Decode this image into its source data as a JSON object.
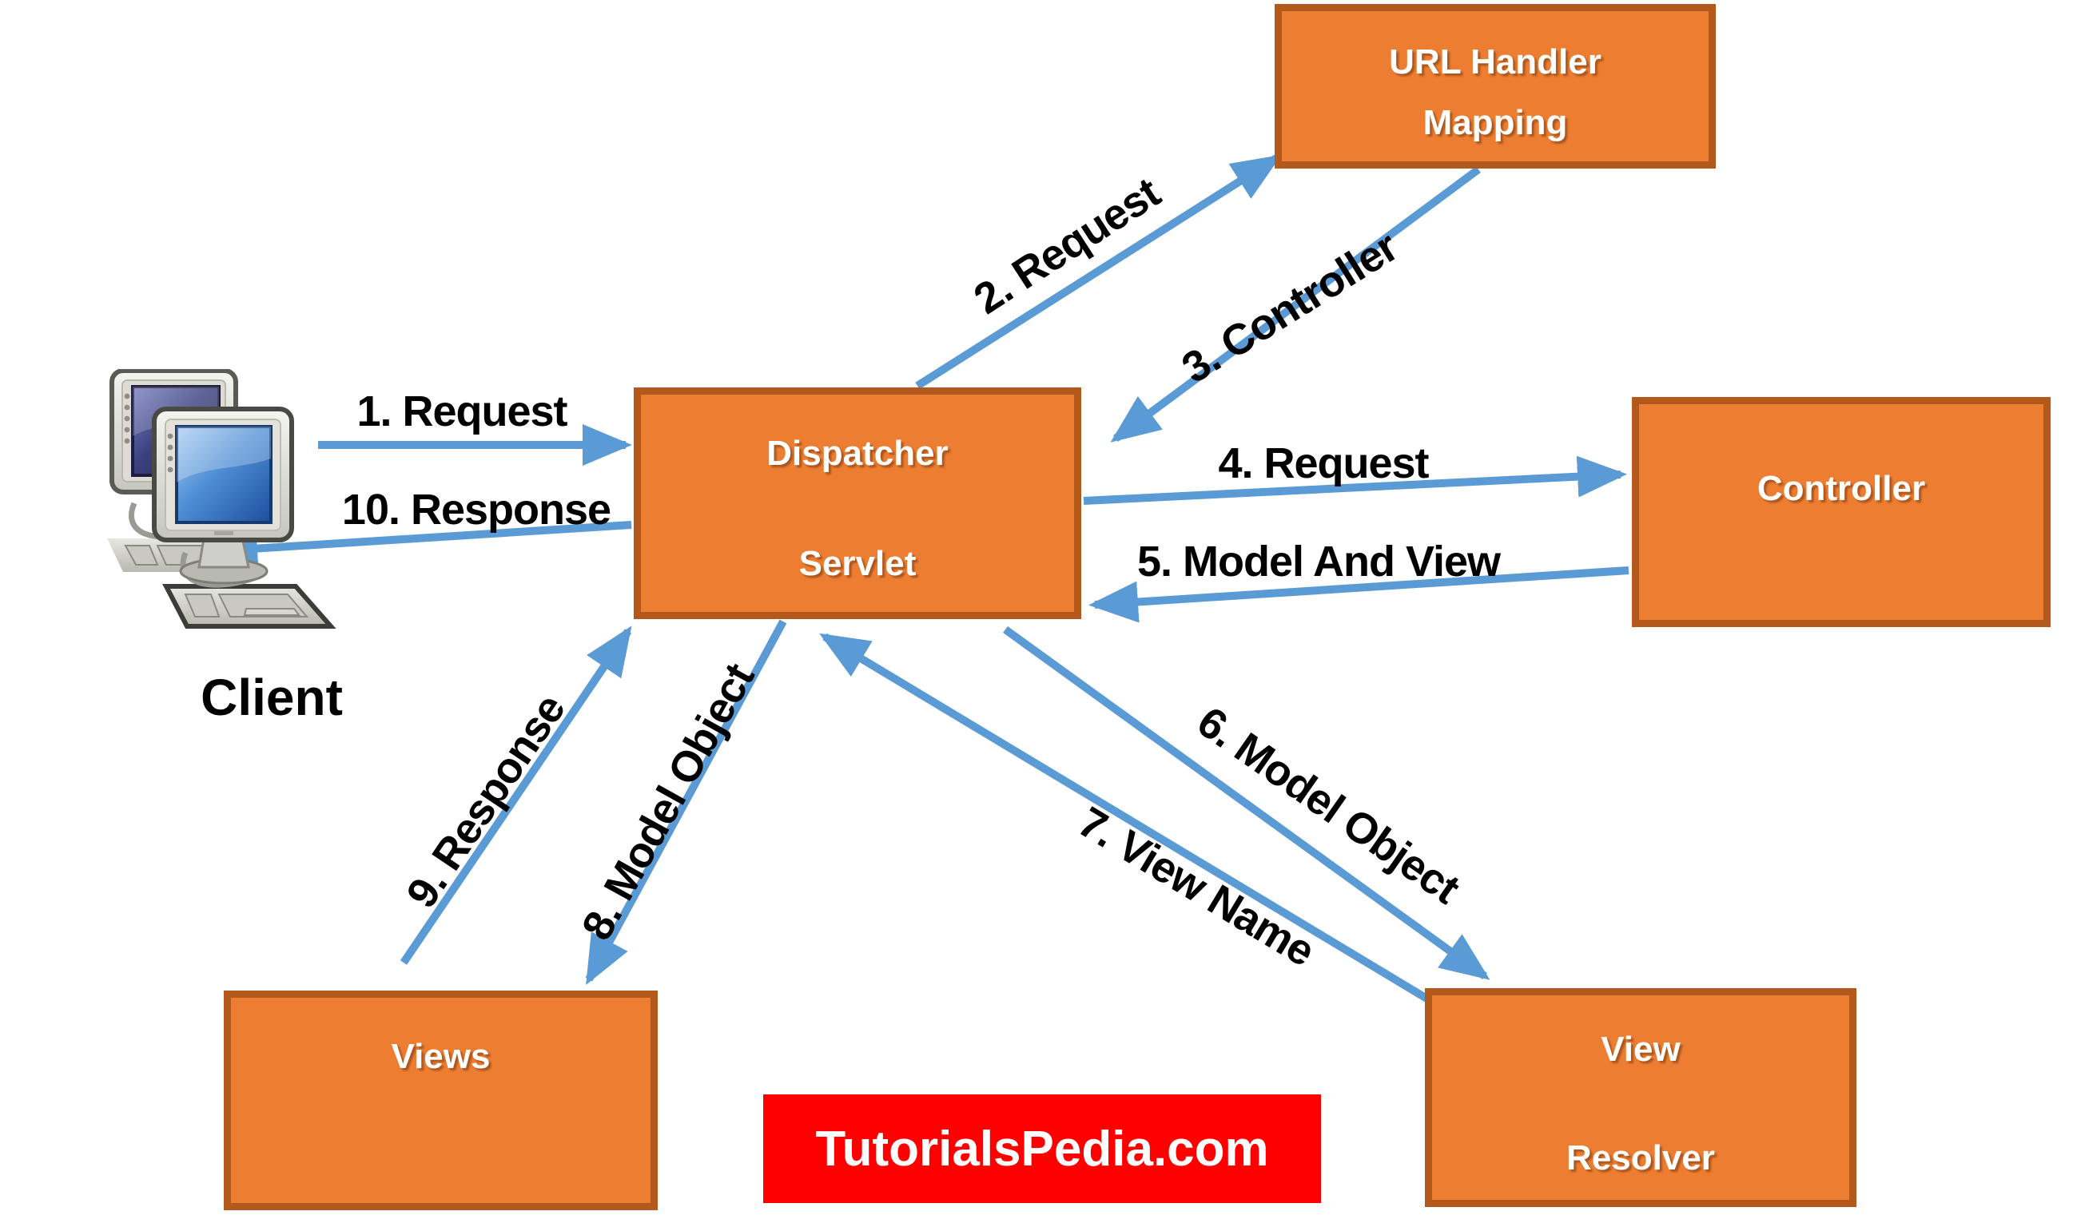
{
  "colors": {
    "box_fill": "#ED7D31",
    "box_border": "#B2591B",
    "arrow_blue": "#5B9BD5",
    "banner_bg": "#FF0000",
    "banner_text": "#FFFFFF",
    "label_text": "#000000",
    "box_text": "#FFFFFF",
    "background": "#FFFFFF"
  },
  "nodes": {
    "url_handler": {
      "line1": "URL Handler",
      "line2": "Mapping"
    },
    "dispatcher": {
      "line1": "Dispatcher",
      "line2": "Servlet"
    },
    "controller": {
      "line1": "Controller"
    },
    "view_resolver": {
      "line1": "View",
      "line2": "Resolver"
    },
    "views": {
      "line1": "Views"
    }
  },
  "client_label": "Client",
  "banner_text": "TutorialsPedia.com",
  "arrow_labels": {
    "a1": "1. Request",
    "a2": "2. Request",
    "a3": "3. Controller",
    "a4": "4. Request",
    "a5": "5. Model And View",
    "a6": "6. Model Object",
    "a7": "7. View Name",
    "a8": "8. Model Object",
    "a9": "9. Response",
    "a10": "10. Response"
  },
  "flow": [
    {
      "step": 1,
      "label": "1. Request",
      "from": "Client",
      "to": "Dispatcher Servlet"
    },
    {
      "step": 2,
      "label": "2. Request",
      "from": "Dispatcher Servlet",
      "to": "URL Handler Mapping"
    },
    {
      "step": 3,
      "label": "3. Controller",
      "from": "URL Handler Mapping",
      "to": "Dispatcher Servlet"
    },
    {
      "step": 4,
      "label": "4. Request",
      "from": "Dispatcher Servlet",
      "to": "Controller"
    },
    {
      "step": 5,
      "label": "5. Model And View",
      "from": "Controller",
      "to": "Dispatcher Servlet"
    },
    {
      "step": 6,
      "label": "6. Model Object",
      "from": "Dispatcher Servlet",
      "to": "View Resolver"
    },
    {
      "step": 7,
      "label": "7. View Name",
      "from": "View Resolver",
      "to": "Dispatcher Servlet"
    },
    {
      "step": 8,
      "label": "8. Model Object",
      "from": "Dispatcher Servlet",
      "to": "Views"
    },
    {
      "step": 9,
      "label": "9. Response",
      "from": "Views",
      "to": "Dispatcher Servlet"
    },
    {
      "step": 10,
      "label": "10. Response",
      "from": "Dispatcher Servlet",
      "to": "Client"
    }
  ]
}
